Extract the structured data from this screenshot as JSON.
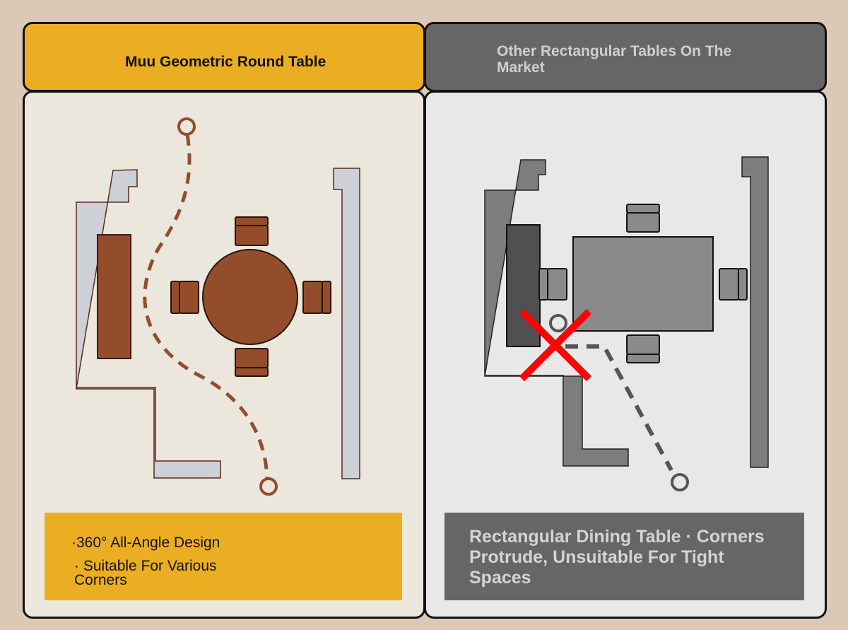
{
  "left": {
    "title": "Muu Geometric Round Table",
    "caption_line_1": "·360° All-Angle Design",
    "caption_line_2": "· Suitable For Various Corners",
    "colors": {
      "header": "#ebad22",
      "panel": "#ece7dc",
      "furniture": "#944d2b",
      "wall": "#cdd0d6"
    }
  },
  "right": {
    "title": "Other Rectangular Tables On The Market",
    "caption": "Rectangular Dining Table · Corners Protrude, Unsuitable For Tight Spaces",
    "colors": {
      "header": "#666666",
      "panel": "#e8e8e8",
      "table": "#8a8a8a",
      "wall": "#7d7d7d",
      "cross": "#ff0000"
    }
  }
}
